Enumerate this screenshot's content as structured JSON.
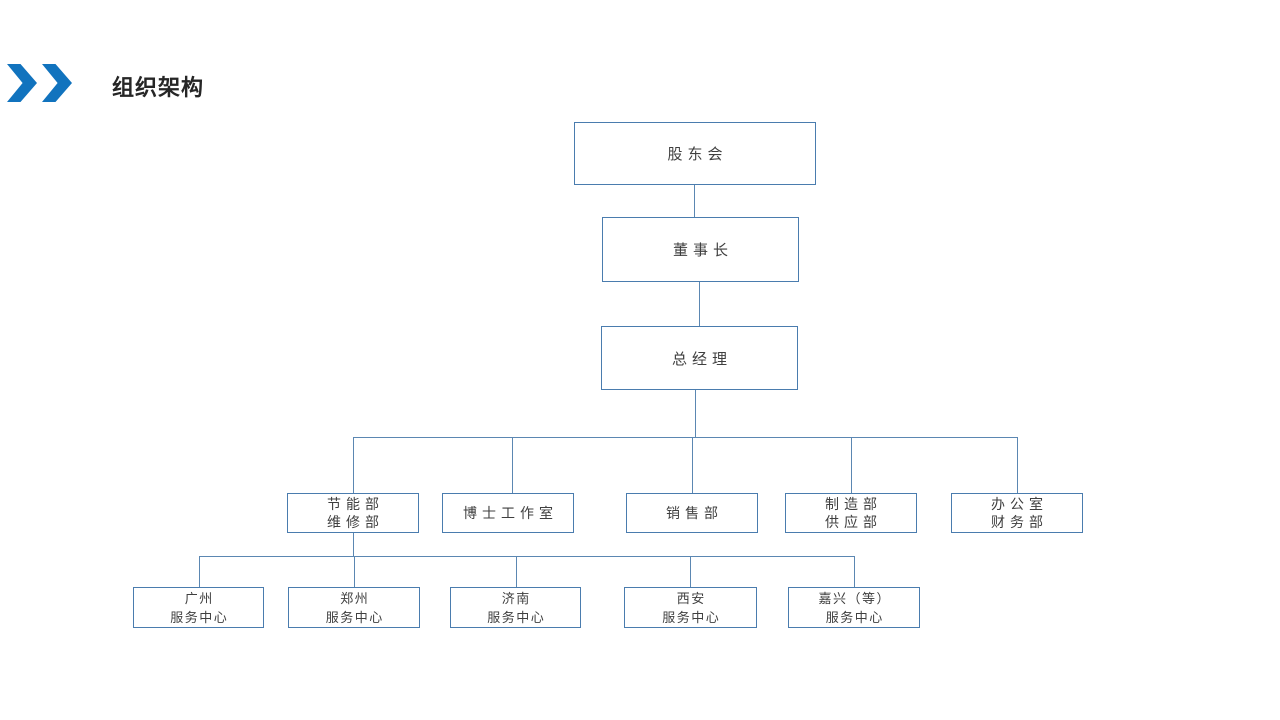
{
  "slide": {
    "title": "组织架构"
  },
  "colors": {
    "accent_blue": "#1173BE",
    "title_text": "#262626",
    "box_border": "#4A7CAE",
    "connector_line": "#5B87B2",
    "node_text": "#3F3F3F",
    "background": "#FFFFFF"
  },
  "icons": {
    "header_marker": "double-right-chevron"
  },
  "org": {
    "nodes": {
      "shareholders": {
        "line1": "股东会"
      },
      "chairman": {
        "line1": "董事长"
      },
      "general_manager": {
        "line1": "总经理"
      },
      "energy": {
        "line1": "节能部",
        "line2": "维修部"
      },
      "doctor": {
        "line1": "博士工作室"
      },
      "sales": {
        "line1": "销售部"
      },
      "manufacturing": {
        "line1": "制造部",
        "line2": "供应部"
      },
      "office": {
        "line1": "办公室",
        "line2": "财务部"
      },
      "guangzhou": {
        "line1": "广州",
        "line2": "服务中心"
      },
      "zhengzhou": {
        "line1": "郑州",
        "line2": "服务中心"
      },
      "jinan": {
        "line1": "济南",
        "line2": "服务中心"
      },
      "xian": {
        "line1": "西安",
        "line2": "服务中心"
      },
      "jiaxing": {
        "line1": "嘉兴（等）",
        "line2": "服务中心"
      }
    },
    "edges": [
      {
        "from": "股东会",
        "to": "董事长"
      },
      {
        "from": "董事长",
        "to": "总经理"
      },
      {
        "from": "总经理",
        "to": "节能部 维修部"
      },
      {
        "from": "总经理",
        "to": "博士工作室"
      },
      {
        "from": "总经理",
        "to": "销售部"
      },
      {
        "from": "总经理",
        "to": "制造部 供应部"
      },
      {
        "from": "总经理",
        "to": "办公室 财务部"
      },
      {
        "from": "节能部 维修部",
        "to": "广州 服务中心"
      },
      {
        "from": "节能部 维修部",
        "to": "郑州 服务中心"
      },
      {
        "from": "节能部 维修部",
        "to": "济南 服务中心"
      },
      {
        "from": "节能部 维修部",
        "to": "西安 服务中心"
      },
      {
        "from": "节能部 维修部",
        "to": "嘉兴（等） 服务中心"
      }
    ]
  }
}
